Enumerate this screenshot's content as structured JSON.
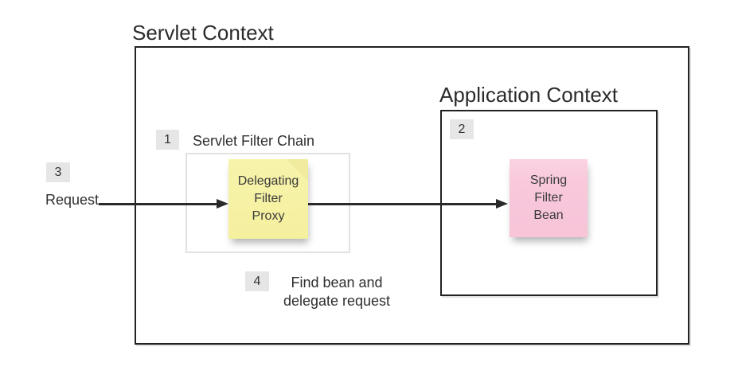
{
  "titles": {
    "servlet_context": "Servlet Context",
    "application_context": "Application Context"
  },
  "labels": {
    "servlet_filter_chain": "Servlet Filter Chain",
    "request": "Request",
    "step4_line1": "Find bean and",
    "step4_line2": "delegate request"
  },
  "notes": {
    "delegating_filter_proxy": "Delegating\nFilter\nProxy",
    "spring_filter_bean": "Spring\nFilter\nBean"
  },
  "badges": {
    "step1": "1",
    "step2": "2",
    "step3": "3",
    "step4": "4"
  },
  "colors": {
    "yellow_note": "#F5F0A0",
    "pink_note": "#F8C8DB",
    "badge_background": "#E6E6E6",
    "dark_border": "#222222",
    "light_border": "#E2E2E2",
    "arrow": "#2A2A2A",
    "text": "#2F2F2F"
  }
}
